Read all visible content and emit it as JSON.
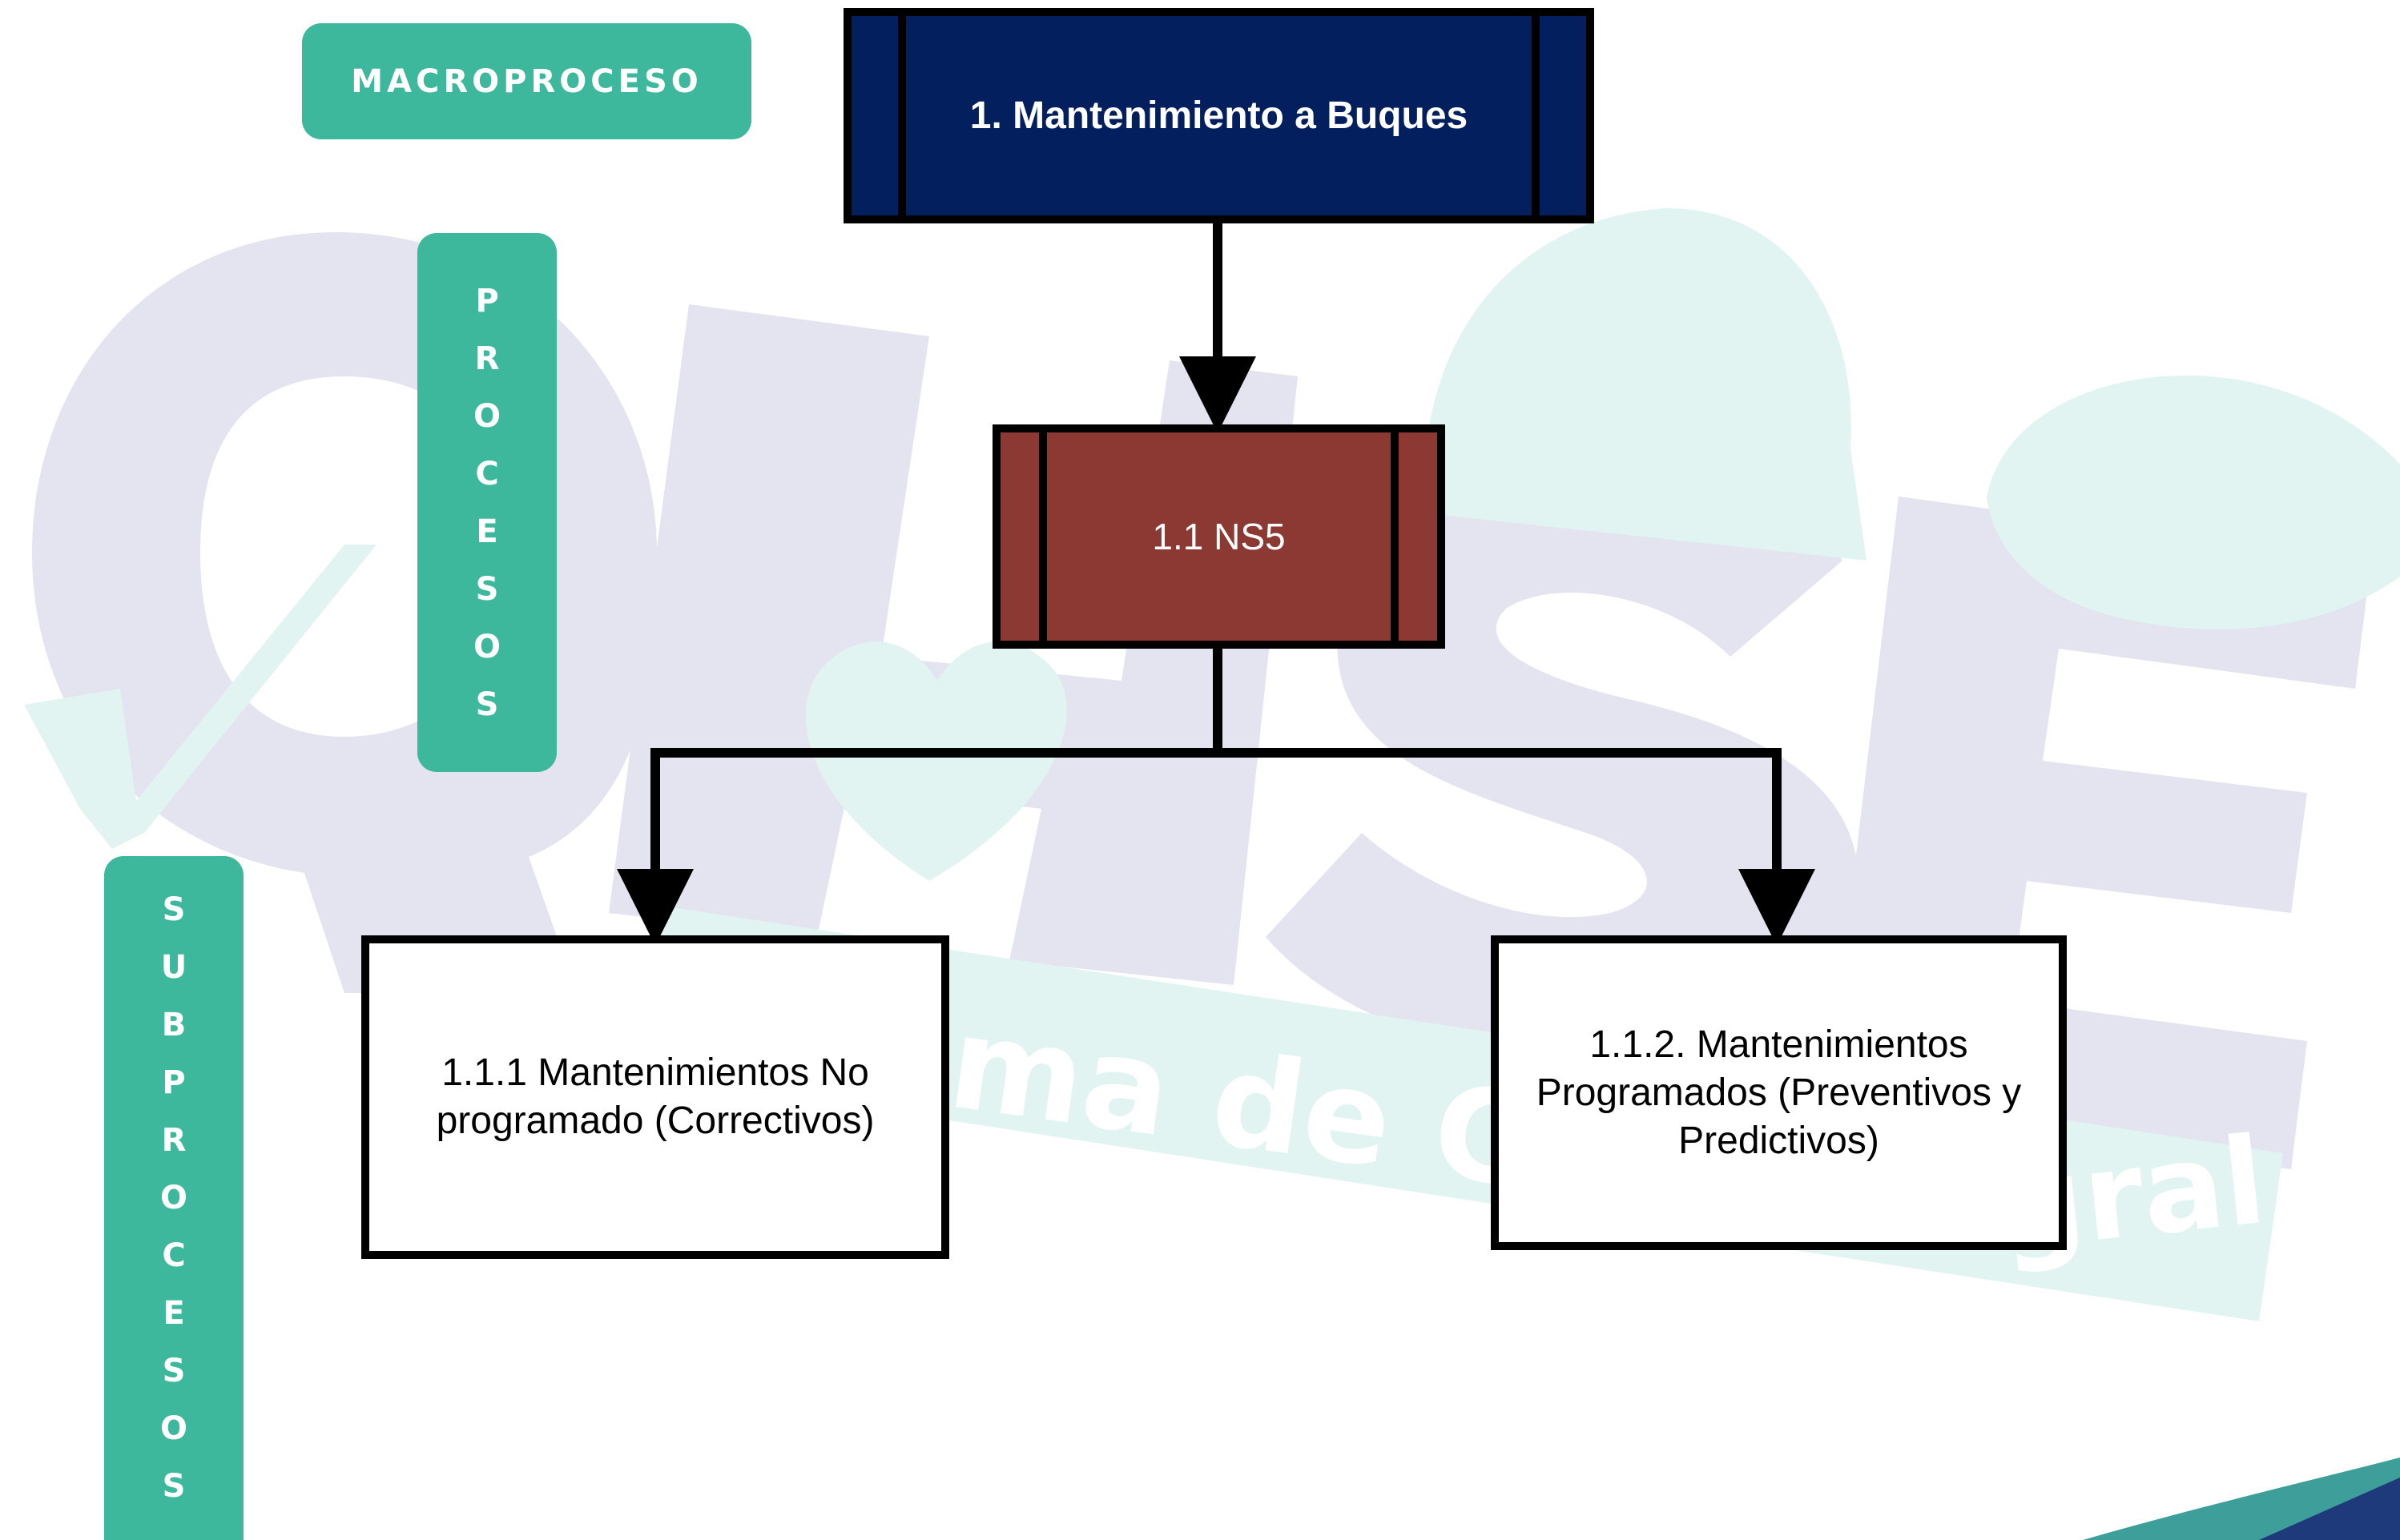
{
  "labels": {
    "macroproceso": "MACROPROCESO",
    "procesos": [
      "P",
      "R",
      "O",
      "C",
      "E",
      "S",
      "O",
      "S"
    ],
    "subprocesos": [
      "S",
      "U",
      "B",
      "P",
      "R",
      "O",
      "C",
      "E",
      "S",
      "O",
      "S"
    ]
  },
  "nodes": {
    "macro": "1. Mantenimiento a Buques",
    "proceso": "1.1 NS5",
    "sub1": "1.1.1 Mantenimientos No programado (Correctivos)",
    "sub2": "1.1.2. Mantenimientos Programados (Preventivos y Predictivos)"
  },
  "watermark": {
    "text": "ma de Ge",
    "text2": "gral"
  },
  "colors": {
    "accent": "#3db89c",
    "macro_fill": "#041f5e",
    "process_fill": "#8b3932",
    "watermark": "#e3e4f0",
    "watermark_teal": "#e1f4f1"
  }
}
